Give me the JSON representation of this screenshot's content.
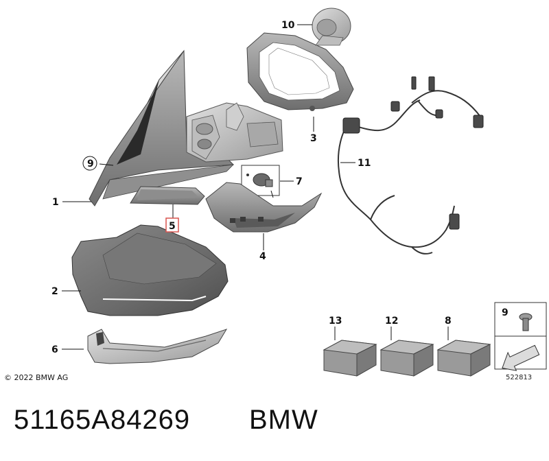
{
  "diagram": {
    "callouts": {
      "p1": "1",
      "p2": "2",
      "p3": "3",
      "p4": "4",
      "p5": "5",
      "p6": "6",
      "p7": "7",
      "p8": "8",
      "p9": "9",
      "p9_top": "9",
      "p10": "10",
      "p11": "11",
      "p12": "12",
      "p13": "13"
    },
    "highlighted_callout": "5",
    "highlight_color": "#d9534f",
    "copyright": "© 2022 BMW AG",
    "drawing_number": "522813"
  },
  "footer": {
    "part_number": "51165A84269",
    "brand": "BMW"
  }
}
